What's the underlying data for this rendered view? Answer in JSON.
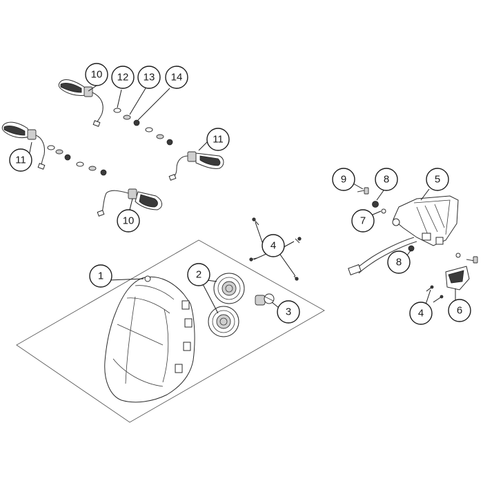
{
  "callouts": [
    {
      "label": "10"
    },
    {
      "label": "12"
    },
    {
      "label": "13"
    },
    {
      "label": "14"
    },
    {
      "label": "11"
    },
    {
      "label": "11"
    },
    {
      "label": "10"
    },
    {
      "label": "9"
    },
    {
      "label": "8"
    },
    {
      "label": "5"
    },
    {
      "label": "7"
    },
    {
      "label": "8"
    },
    {
      "label": "4"
    },
    {
      "label": "1"
    },
    {
      "label": "2"
    },
    {
      "label": "3"
    },
    {
      "label": "4"
    },
    {
      "label": "6"
    }
  ]
}
